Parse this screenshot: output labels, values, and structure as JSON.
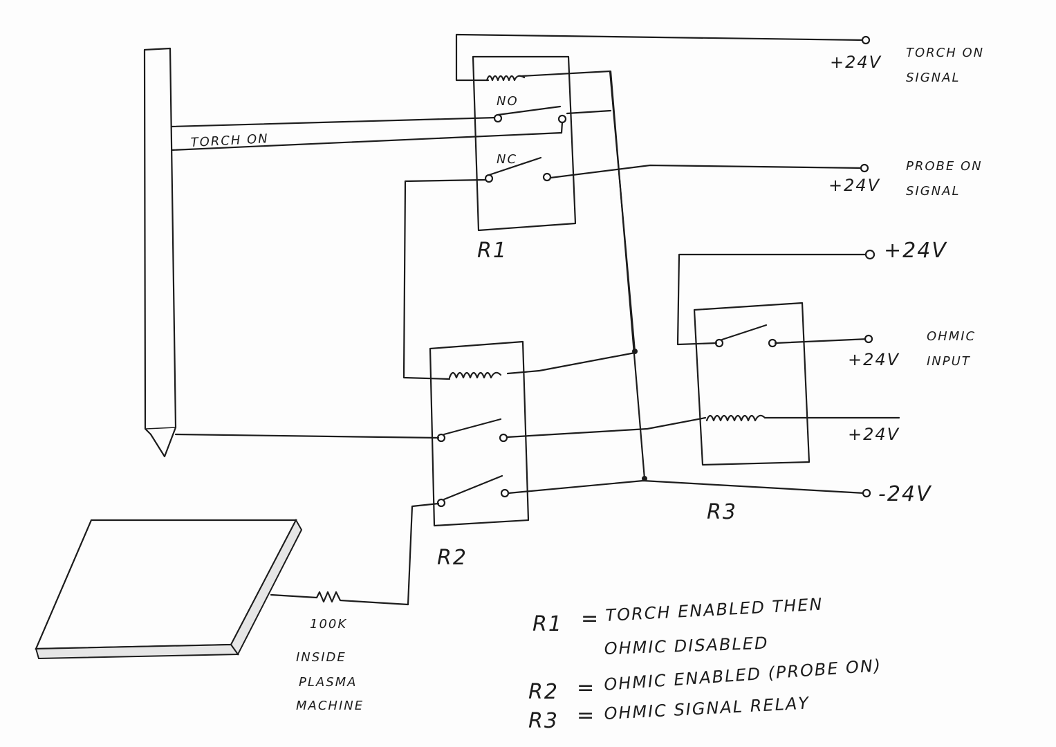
{
  "diagram": {
    "torch_on_wire_label": "TORCH ON",
    "relays": {
      "r1": {
        "label": "R1",
        "no_contact_label": "NO",
        "nc_contact_label": "NC"
      },
      "r2": {
        "label": "R2"
      },
      "r3": {
        "label": "R3"
      }
    },
    "terminals": [
      {
        "voltage": "+24V",
        "desc_line1": "TORCH ON",
        "desc_line2": "SIGNAL"
      },
      {
        "voltage": "+24V",
        "desc_line1": "PROBE ON",
        "desc_line2": "SIGNAL"
      },
      {
        "voltage": "+24V",
        "desc_line1": "",
        "desc_line2": ""
      },
      {
        "voltage": "+24V",
        "desc_line1": "OHMIC",
        "desc_line2": "INPUT"
      },
      {
        "voltage": "+24V",
        "desc_line1": "",
        "desc_line2": ""
      },
      {
        "voltage": "-24V",
        "desc_line1": "",
        "desc_line2": ""
      }
    ],
    "resistor_label": "100K",
    "plate_label_lines": [
      "INSIDE",
      "PLASMA",
      "MACHINE"
    ],
    "legend": [
      {
        "key": "R1",
        "sep": "=",
        "text": "TORCH ENABLED THEN",
        "text2": "OHMIC DISABLED"
      },
      {
        "key": "R2",
        "sep": "=",
        "text": "OHMIC ENABLED (PROBE ON)",
        "text2": ""
      },
      {
        "key": "R3",
        "sep": "=",
        "text": "OHMIC SIGNAL RELAY",
        "text2": ""
      }
    ]
  }
}
